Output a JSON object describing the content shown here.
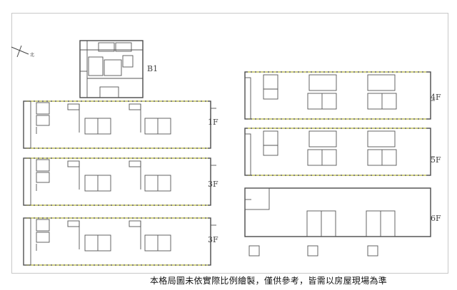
{
  "floors": [
    {
      "id": "B1",
      "label": "B1"
    },
    {
      "id": "1F",
      "label": "1F"
    },
    {
      "id": "2F",
      "label": "3F"
    },
    {
      "id": "3F",
      "label": "3F"
    },
    {
      "id": "4F",
      "label": "4F"
    },
    {
      "id": "5F",
      "label": "5F"
    },
    {
      "id": "6F",
      "label": "6F"
    }
  ],
  "compass_label": "北",
  "caption": "本格局圖未依實際比例繪製，僅供參考，皆需以房屋現場為準"
}
